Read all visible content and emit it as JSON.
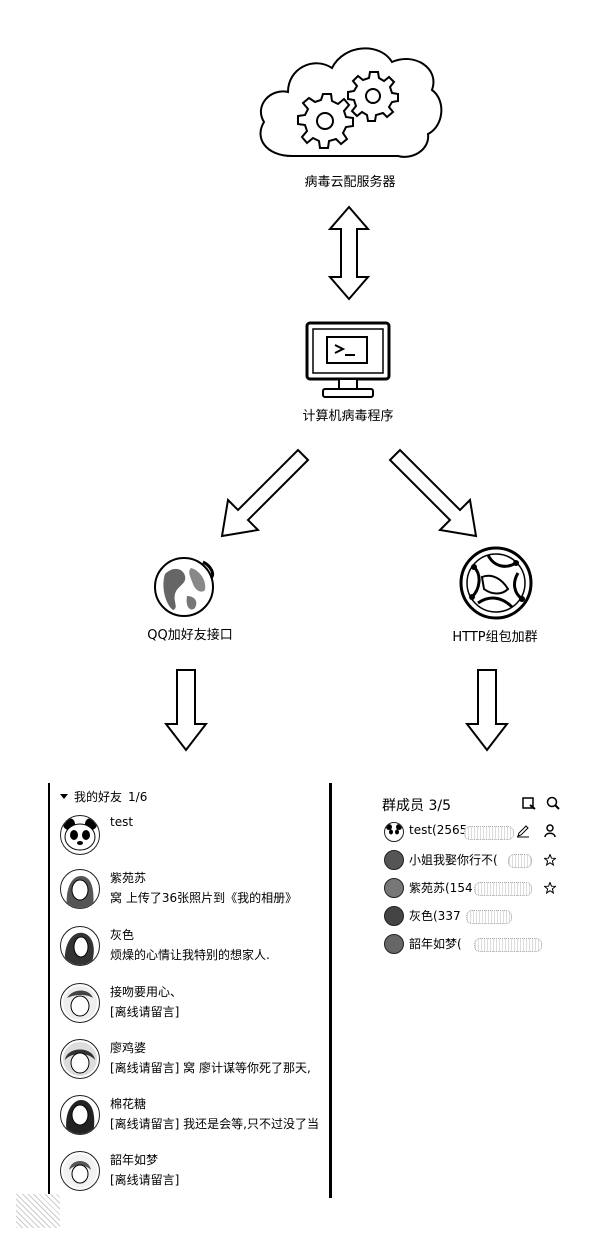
{
  "nodes": {
    "cloud_server": "病毒云配服务器",
    "virus_program": "计算机病毒程序",
    "qq_interface": "QQ加好友接口",
    "http_group": "HTTP组包加群"
  },
  "friend_list": {
    "header": "我的好友",
    "count": "1/6",
    "friends": [
      {
        "name": "test",
        "signature": ""
      },
      {
        "name": "紫苑苏",
        "signature": "窝 上传了36张照片到《我的相册》"
      },
      {
        "name": "灰色",
        "signature": "烦燥的心情让我特别的想家人."
      },
      {
        "name": "接吻要用心、",
        "signature": "[离线请留言]"
      },
      {
        "name": "廖鸡婆",
        "signature": "[离线请留言] 窝 廖计谋等你死了那天,"
      },
      {
        "name": "棉花糖",
        "signature": "[离线请留言] 我还是会等,只不过没了当"
      },
      {
        "name": "韶年如梦",
        "signature": "[离线请留言]"
      }
    ]
  },
  "group_members": {
    "title": "群成员",
    "count": "3/5",
    "members": [
      {
        "name": "test(2565"
      },
      {
        "name": "小姐我娶你行不("
      },
      {
        "name": "紫苑苏(154"
      },
      {
        "name": "灰色(337"
      },
      {
        "name": "韶年如梦("
      }
    ]
  }
}
